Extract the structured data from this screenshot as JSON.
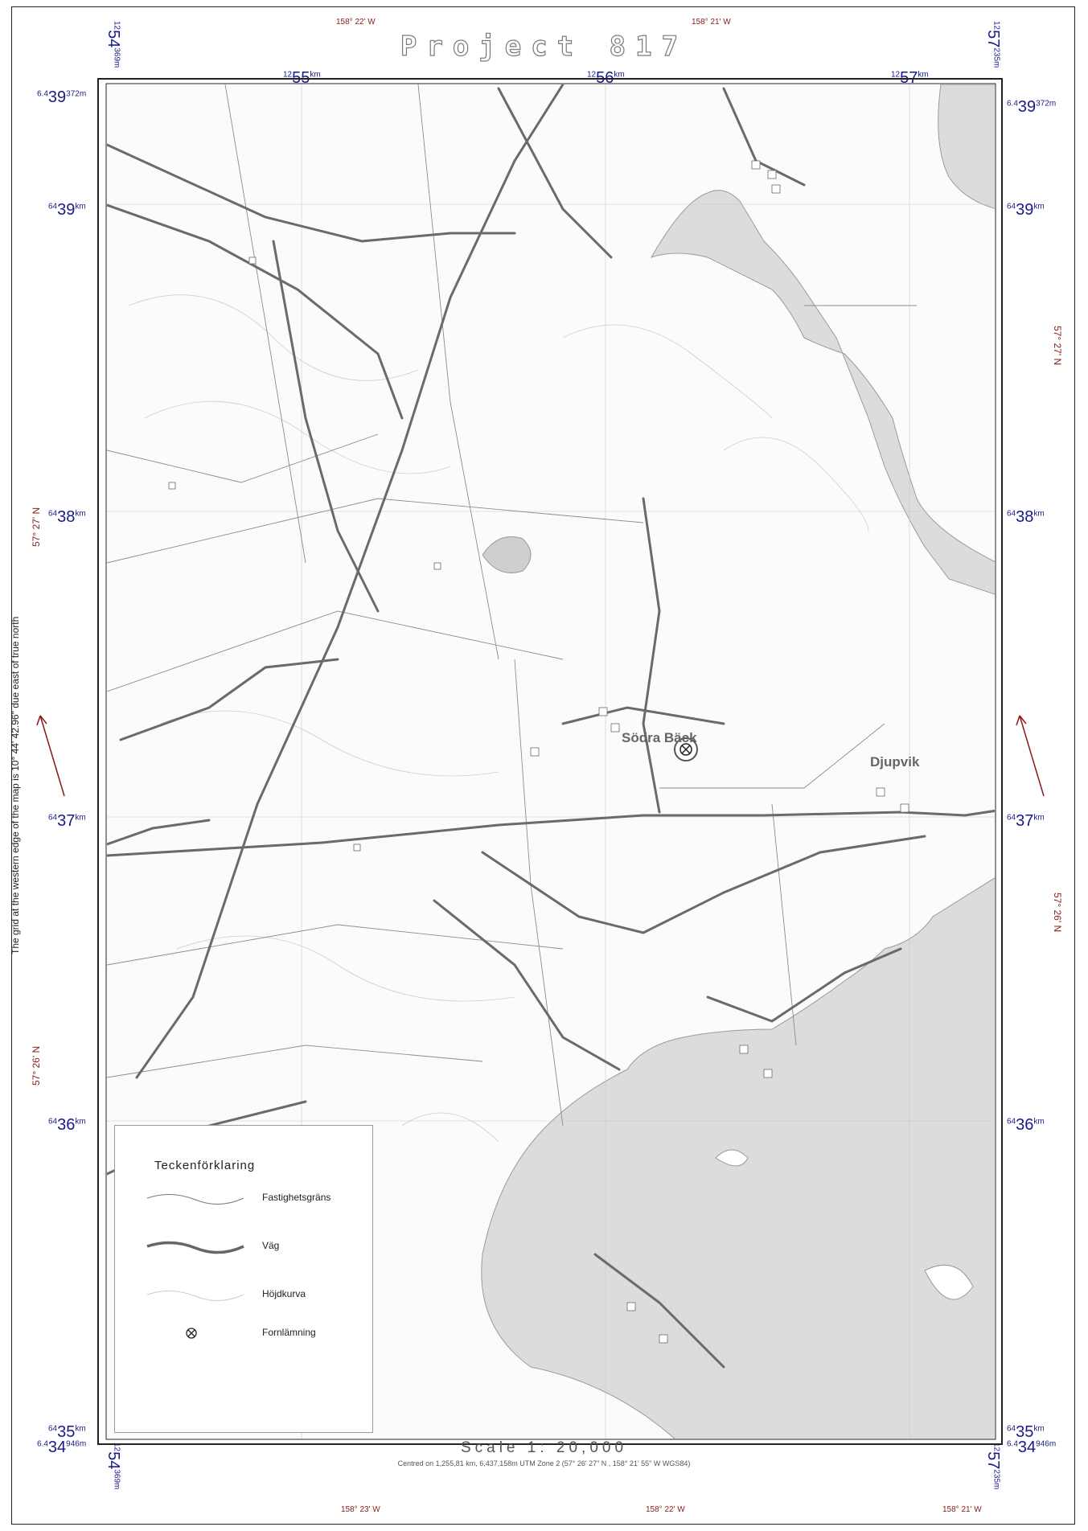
{
  "title": "Project 817",
  "scale_text": "Scale 1: 20,000",
  "center_text": "Centred on 1,255,81 km, 6,437,158m  UTM Zone 2  (57° 26' 27\" N , 158° 21' 55\" W   WGS84)",
  "declination_text": "The grid at the western edge of the map is 10° 44' 42.96\" due east of true north",
  "top_geo_labels": [
    "158° 22' W",
    "158° 21' W"
  ],
  "bottom_geo_labels": [
    "158° 23' W",
    "158° 22' W",
    "158° 21' W"
  ],
  "left_geo_labels": [
    "57° 27' N",
    "57° 26' N"
  ],
  "right_geo_labels": [
    "57° 27' N",
    "57° 26' N"
  ],
  "easting_labels": [
    {
      "main": "55",
      "prefix": "12",
      "unit": "km"
    },
    {
      "main": "56",
      "prefix": "12",
      "unit": "km"
    },
    {
      "main": "57",
      "prefix": "12",
      "unit": "km"
    }
  ],
  "corner_easting_left": {
    "main": "54",
    "prefix": "12",
    "unit": "369m"
  },
  "corner_easting_right": {
    "main": "57",
    "prefix": "12",
    "unit": "235m"
  },
  "northing_labels": [
    {
      "main": "39",
      "prefix": "64",
      "unit": "km"
    },
    {
      "main": "38",
      "prefix": "64",
      "unit": "km"
    },
    {
      "main": "37",
      "prefix": "64",
      "unit": "km"
    },
    {
      "main": "36",
      "prefix": "64",
      "unit": "km"
    },
    {
      "main": "35",
      "prefix": "64",
      "unit": "km"
    }
  ],
  "corner_northing_top": {
    "main": "39",
    "prefix": "6.4",
    "unit": "372m"
  },
  "corner_northing_bottom": {
    "main": "34",
    "prefix": "6.4",
    "unit": "946m"
  },
  "places": [
    {
      "name": "Södra Bäck"
    },
    {
      "name": "Djupvik"
    }
  ],
  "legend": {
    "title": "Teckenförklaring",
    "items": [
      {
        "label": "Fastighetsgräns",
        "symbol": "thin-line"
      },
      {
        "label": "Väg",
        "symbol": "thick-line"
      },
      {
        "label": "Höjdkurva",
        "symbol": "faint-line"
      },
      {
        "label": "Fornlämning",
        "symbol": "circle-cross-icon"
      }
    ]
  },
  "colors": {
    "grid_label": "#1a1a8a",
    "geo_label": "#8a1a1a",
    "water": "#d9d9d9",
    "road": "#666666"
  }
}
